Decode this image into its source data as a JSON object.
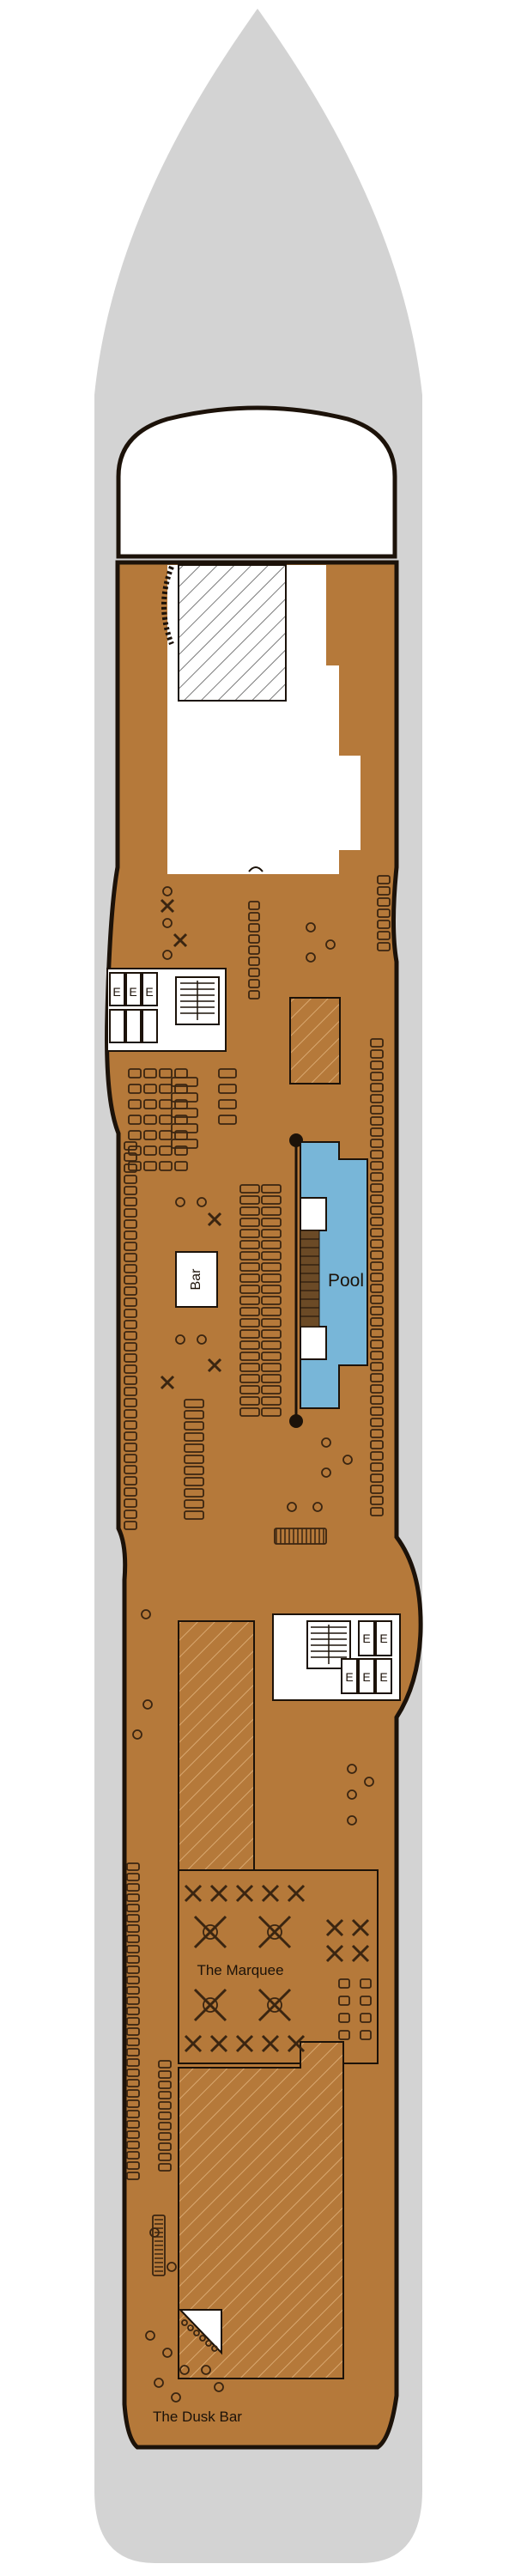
{
  "deck": {
    "labels": {
      "bar": "Bar",
      "pool": "Pool",
      "marquee": "The Marquee",
      "dusk_bar": "The Dusk Bar",
      "elevator": "E"
    }
  },
  "colors": {
    "hull": "#d3d3d3",
    "deck": "#b5793a",
    "outline": "#1c1209",
    "pool": "#78b6d8",
    "white": "#ffffff",
    "furniture": "#3a2511"
  }
}
